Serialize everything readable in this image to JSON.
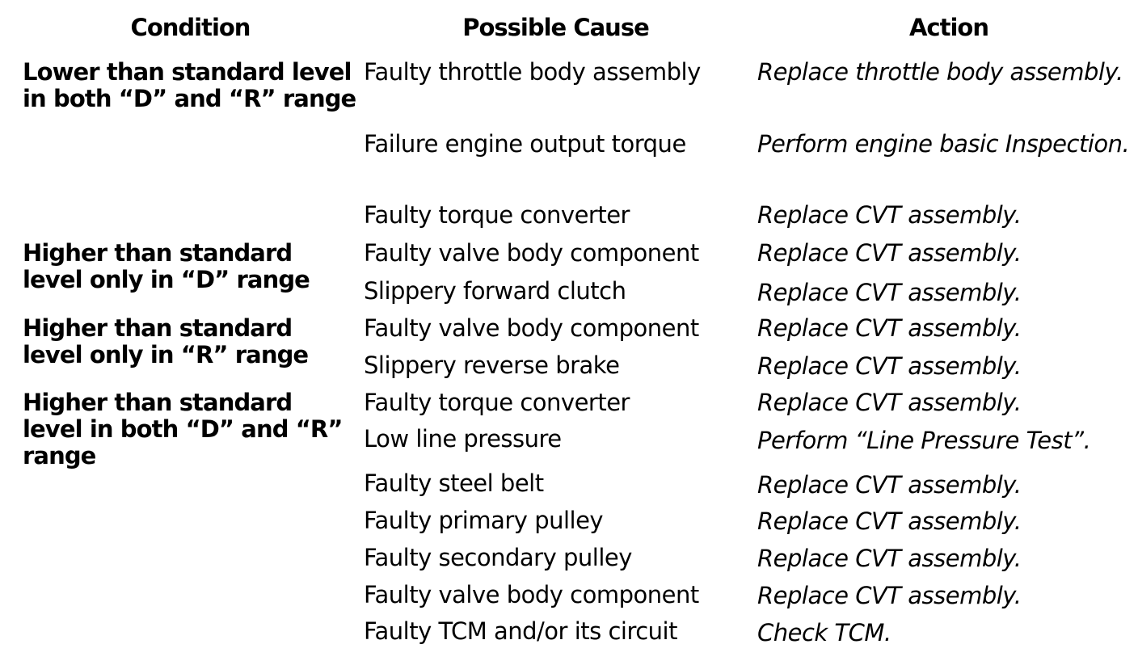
{
  "table": {
    "headers": {
      "condition": "Condition",
      "cause": "Possible Cause",
      "action": "Action"
    },
    "text_color": "#000000",
    "background_color": "#ffffff",
    "conditions": [
      {
        "lines": [
          "Lower than standard level",
          "in both “D” and “R” range"
        ]
      },
      {
        "lines": [
          "Higher than standard",
          "level only in “D” range"
        ]
      },
      {
        "lines": [
          "Higher than standard",
          "level only in “R” range"
        ]
      },
      {
        "lines": [
          "Higher than standard",
          "level in both “D” and “R”",
          "range"
        ]
      }
    ],
    "rows": [
      {
        "cause": "Faulty throttle body assembly",
        "action": "Replace throttle body assembly."
      },
      {
        "cause": "Failure engine output torque",
        "action": "Perform engine basic Inspection."
      },
      {
        "cause": "Faulty torque converter",
        "action": "Replace CVT assembly."
      },
      {
        "cause": "Faulty valve body component",
        "action": "Replace CVT assembly."
      },
      {
        "cause": "Slippery forward clutch",
        "action": "Replace CVT assembly."
      },
      {
        "cause": "Faulty valve body component",
        "action": "Replace CVT assembly."
      },
      {
        "cause": "Slippery reverse brake",
        "action": "Replace CVT assembly."
      },
      {
        "cause": "Faulty torque converter",
        "action": "Replace CVT assembly."
      },
      {
        "cause": "Low line pressure",
        "action": "Perform “Line Pressure Test”."
      },
      {
        "cause": "Faulty steel belt",
        "action": "Replace CVT assembly."
      },
      {
        "cause": "Faulty primary pulley",
        "action": "Replace CVT assembly."
      },
      {
        "cause": "Faulty secondary pulley",
        "action": "Replace CVT assembly."
      },
      {
        "cause": "Faulty valve body component",
        "action": "Replace CVT assembly."
      },
      {
        "cause": "Faulty TCM and/or its circuit",
        "action": "Check TCM."
      }
    ]
  }
}
